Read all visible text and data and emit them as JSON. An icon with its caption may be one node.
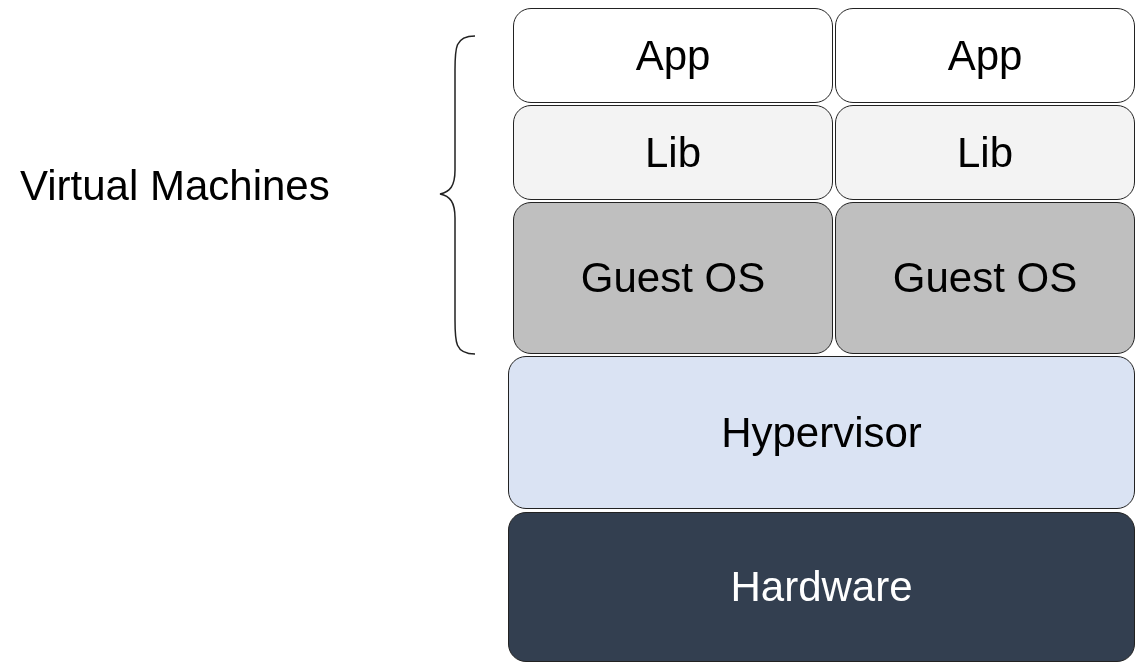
{
  "diagram": {
    "nodes": [
      {
        "text": [
          "App"
        ]
      },
      {
        "text": [
          "App"
        ]
      },
      {
        "text": [
          "Lib"
        ]
      },
      {
        "text": [
          "Lib"
        ]
      },
      {
        "text": [
          "Guest OS"
        ]
      },
      {
        "text": [
          "Guest OS"
        ]
      },
      {
        "text": [
          "Hypervisor"
        ]
      },
      {
        "text": [
          "Hardware"
        ]
      }
    ],
    "labels": [
      "Virtual Machines"
    ]
  }
}
